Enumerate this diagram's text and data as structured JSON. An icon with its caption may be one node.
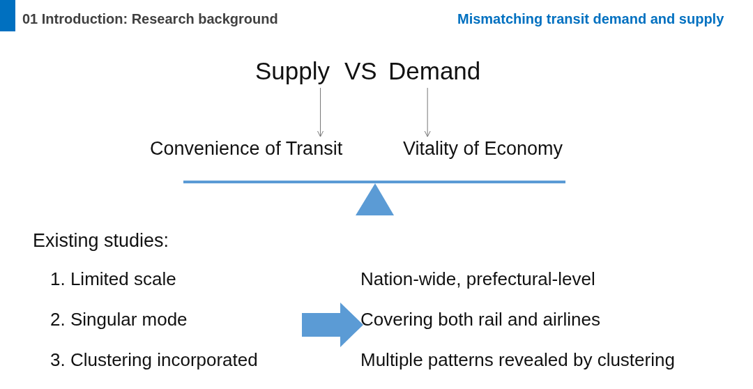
{
  "diagram": {
    "nodes": [
      {
        "text": [
          "Supply"
        ]
      },
      {
        "text": [
          "Demand"
        ]
      },
      {
        "text": [
          "Convenience of Transit"
        ]
      },
      {
        "text": [
          "Vitality of Economy"
        ]
      },
      {
        "text": [
          "1. Limited scale",
          "2. Singular mode",
          "3. Clustering incorporated"
        ]
      },
      {
        "text": [
          "Nation-wide, prefectural-level",
          "Covering both rail and airlines",
          "Multiple patterns revealed by clustering"
        ]
      }
    ],
    "edges": [
      {
        "from": 0,
        "to": 2,
        "arrow": "to"
      },
      {
        "from": 1,
        "to": 3,
        "arrow": "to"
      },
      {
        "from": 4,
        "to": 5,
        "arrow": "to",
        "style": "thick",
        "color": "#5b9bd5"
      }
    ],
    "labels": [
      "01 Introduction: Research background",
      "Mismatching transit demand and supply",
      "VS",
      "Existing studies:"
    ]
  }
}
